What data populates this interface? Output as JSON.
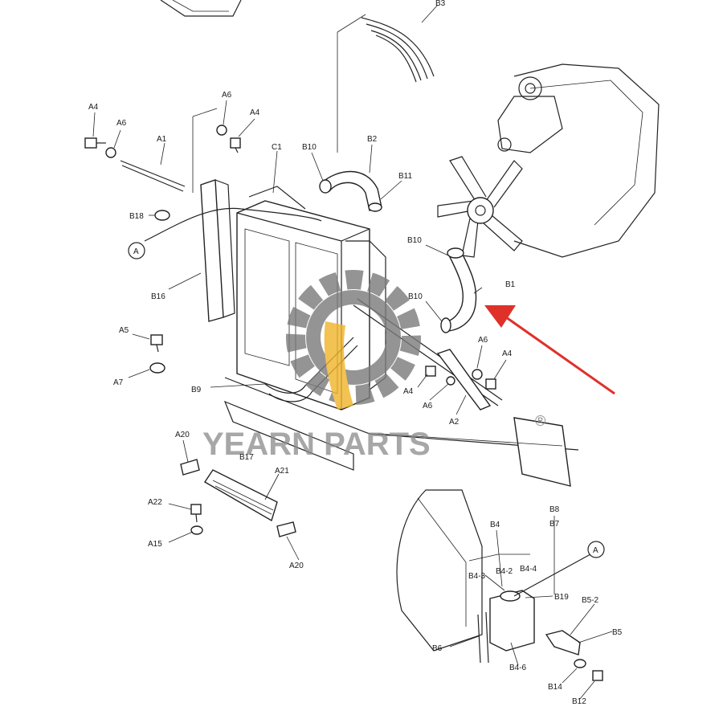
{
  "watermark": {
    "text": "YEARN PARTS",
    "mark": "®",
    "gear_color": "#7a7a7a",
    "accent_color": "#f0b429"
  },
  "highlight": {
    "color": "#e0302a",
    "label": "B1"
  },
  "callouts": {
    "B3": "B3",
    "A4a": "A4",
    "A6a": "A6",
    "A6b": "A6",
    "A4b": "A4",
    "A1": "A1",
    "C1": "C1",
    "B10a": "B10",
    "B2": "B2",
    "B11": "B11",
    "B18": "B18",
    "B16": "B16",
    "B10b": "B10",
    "B1": "B1",
    "B10c": "B10",
    "A5": "A5",
    "A7": "A7",
    "A6c": "A6",
    "A4c": "A4",
    "A4d": "A4",
    "A6d": "A6",
    "A2": "A2",
    "B9": "B9",
    "A20a": "A20",
    "B17": "B17",
    "A21": "A21",
    "A22": "A22",
    "A15": "A15",
    "A20b": "A20",
    "B8": "B8",
    "B7": "B7",
    "B4": "B4",
    "B4-2": "B4-2",
    "B4-4": "B4-4",
    "B4-3": "B4-3",
    "B19": "B19",
    "B5-2": "B5-2",
    "B5": "B5",
    "B6": "B6",
    "B4-6": "B4-6",
    "B14": "B14",
    "B12": "B12"
  },
  "ref_markers": {
    "left": "A",
    "right": "A"
  }
}
